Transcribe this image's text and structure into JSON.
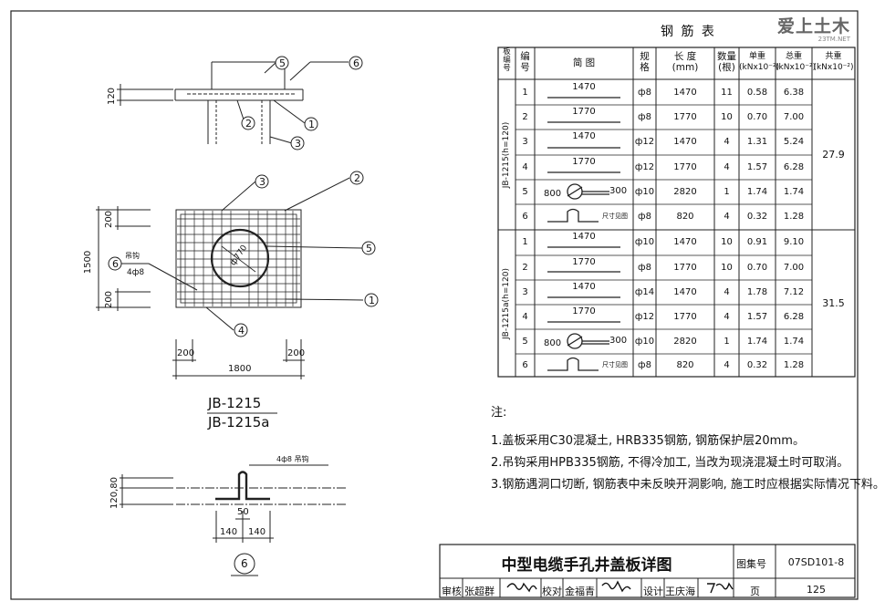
{
  "logo": {
    "main": "爱上土木",
    "sub": "23TM.NET"
  },
  "table": {
    "title": "钢 筋 表",
    "headers": {
      "group": "板\n编\n号",
      "num": "编\n号",
      "sketch": "简     图",
      "spec": "规\n格",
      "length": "长  度\n(mm)",
      "qty": "数量\n(根)",
      "unit_w": "单重\n(kNx10⁻²)",
      "total_w": "总重\n(kNx10⁻²)",
      "sum_w": "共重\n(kNx10⁻²)"
    },
    "groups": [
      {
        "label": "JB-1215(h=120)",
        "sum": "27.9",
        "rows": [
          {
            "num": "1",
            "sketch": "1470",
            "spec": "ф8",
            "length": "1470",
            "qty": "11",
            "unit": "0.58",
            "total": "6.38"
          },
          {
            "num": "2",
            "sketch": "1770",
            "spec": "ф8",
            "length": "1770",
            "qty": "10",
            "unit": "0.70",
            "total": "7.00"
          },
          {
            "num": "3",
            "sketch": "1470",
            "spec": "ф12",
            "length": "1470",
            "qty": "4",
            "unit": "1.31",
            "total": "5.24"
          },
          {
            "num": "4",
            "sketch": "1770",
            "spec": "ф12",
            "length": "1770",
            "qty": "4",
            "unit": "1.57",
            "total": "6.28"
          },
          {
            "num": "5",
            "sketch": "800|300",
            "spec": "ф10",
            "length": "2820",
            "qty": "1",
            "unit": "1.74",
            "total": "1.74"
          },
          {
            "num": "6",
            "sketch": "尺寸见图",
            "spec": "ф8",
            "length": "820",
            "qty": "4",
            "unit": "0.32",
            "total": "1.28"
          }
        ]
      },
      {
        "label": "JB-1215a(h=120)",
        "sum": "31.5",
        "rows": [
          {
            "num": "1",
            "sketch": "1470",
            "spec": "ф10",
            "length": "1470",
            "qty": "10",
            "unit": "0.91",
            "total": "9.10"
          },
          {
            "num": "2",
            "sketch": "1770",
            "spec": "ф8",
            "length": "1770",
            "qty": "10",
            "unit": "0.70",
            "total": "7.00"
          },
          {
            "num": "3",
            "sketch": "1470",
            "spec": "ф14",
            "length": "1470",
            "qty": "4",
            "unit": "1.78",
            "total": "7.12"
          },
          {
            "num": "4",
            "sketch": "1770",
            "spec": "ф12",
            "length": "1770",
            "qty": "4",
            "unit": "1.57",
            "total": "6.28"
          },
          {
            "num": "5",
            "sketch": "800|300",
            "spec": "ф10",
            "length": "2820",
            "qty": "1",
            "unit": "1.74",
            "total": "1.74"
          },
          {
            "num": "6",
            "sketch": "尺寸见图",
            "spec": "ф8",
            "length": "820",
            "qty": "4",
            "unit": "0.32",
            "total": "1.28"
          }
        ]
      }
    ]
  },
  "notes": {
    "heading": "注:",
    "items": [
      "1.盖板采用C30混凝土, HRB335钢筋, 钢筋保护层20mm。",
      "2.吊钩采用HPB335钢筋, 不得冷加工, 当改为现浇混凝土时可取消。",
      "3.钢筋遇洞口切断, 钢筋表中未反映开洞影响, 施工时应根据实际情况下料。"
    ]
  },
  "drawing": {
    "section_dim": "120",
    "callouts": {
      "c1": "1",
      "c2": "2",
      "c3": "3",
      "c4": "4",
      "c5": "5",
      "c6": "6"
    },
    "plan": {
      "dim_total_h": "1500",
      "dim_top": "200",
      "dim_bottom": "200",
      "dim_left": "200",
      "dim_right": "200",
      "dim_total_w": "1800",
      "hole": "ф770",
      "hook_label": "吊钩",
      "hook_bar": "4ф8"
    },
    "label_main": "JB-1215",
    "label_alt": "JB-1215a",
    "hook_detail": {
      "bar": "4ф8  吊钩",
      "dim_v": "120,80",
      "dim_top": "50",
      "dim_l": "140",
      "dim_r": "140",
      "mark": "6"
    }
  },
  "title_block": {
    "title": "中型电缆手孔井盖板详图",
    "atlas_label": "图集号",
    "atlas_no": "07SD101-8",
    "review_label": "审核",
    "reviewer": "张超群",
    "check_label": "校对",
    "checker": "金福青",
    "design_label": "设计",
    "designer": "王庆海",
    "page_label": "页",
    "page_no": "125"
  }
}
